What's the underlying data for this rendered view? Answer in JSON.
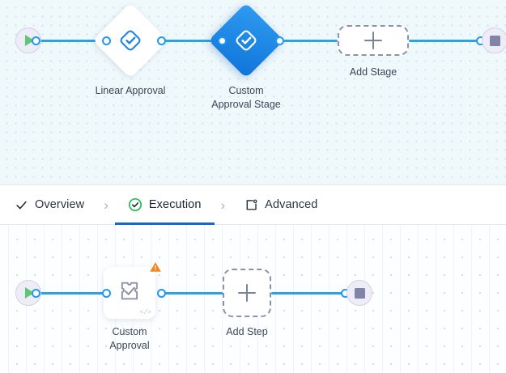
{
  "stage_canvas": {
    "start_node": {
      "name": "start",
      "icon": "play-icon"
    },
    "end_node": {
      "name": "end",
      "icon": "stop-icon"
    },
    "nodes": [
      {
        "label": "Linear Approval",
        "icon": "approval-diamond-icon",
        "selected": false
      },
      {
        "label": "Custom\nApproval Stage",
        "icon": "approval-diamond-icon",
        "selected": true
      }
    ],
    "add_button": {
      "label": "Add Stage",
      "icon": "plus-icon"
    }
  },
  "tab_bar": {
    "tabs": [
      {
        "label": "Overview",
        "icon": "check-icon",
        "active": false
      },
      {
        "label": "Execution",
        "icon": "check-circle-icon",
        "active": true
      },
      {
        "label": "Advanced",
        "icon": "card-gear-icon",
        "active": false
      }
    ],
    "separator": "›"
  },
  "step_canvas": {
    "start_node": {
      "name": "start",
      "icon": "play-icon"
    },
    "end_node": {
      "name": "end",
      "icon": "stop-icon"
    },
    "nodes": [
      {
        "label": "Custom\nApproval",
        "icon": "custom-approval-icon",
        "warning_icon": "warning-triangle-icon",
        "code_badge": "</>"
      }
    ],
    "add_button": {
      "label": "Add Step",
      "icon": "plus-icon"
    }
  },
  "colors": {
    "edge": "#29a3e8",
    "selected_stage": "#1177d9",
    "active_tab_underline": "#1565d8",
    "success_green": "#25c14e",
    "warning_orange": "#f5831f",
    "start_green": "#5dc771",
    "stop_gray": "#8184a8"
  }
}
